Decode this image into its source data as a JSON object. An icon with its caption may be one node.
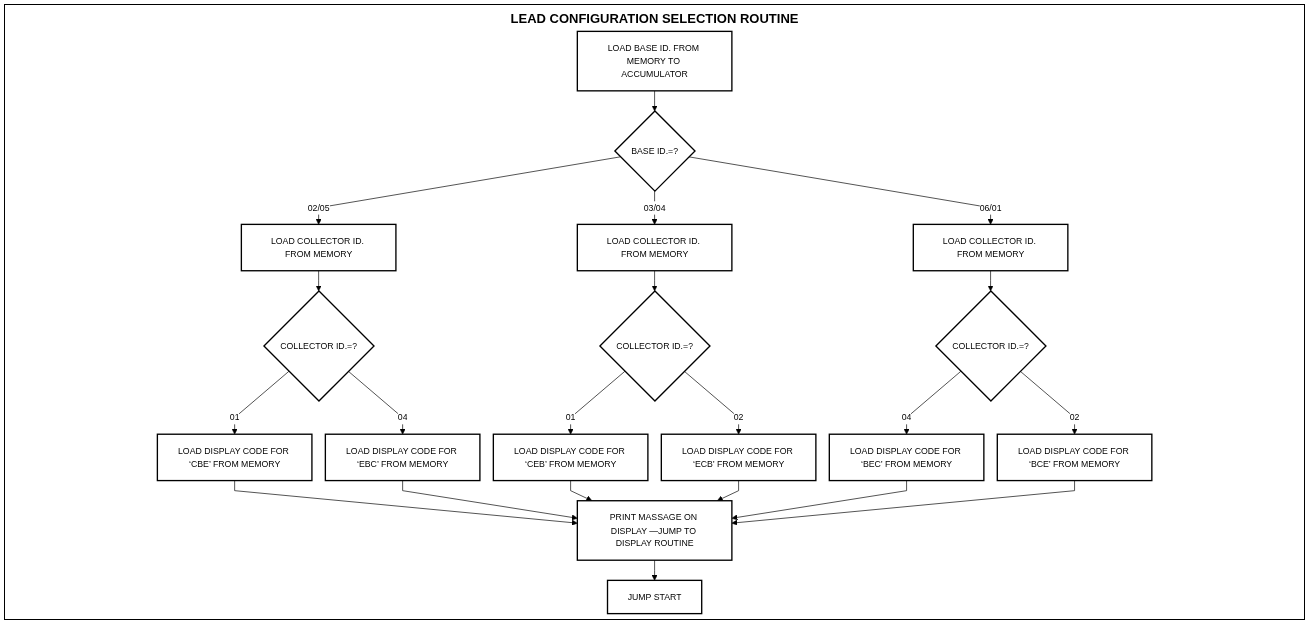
{
  "diagram": {
    "title": "LEAD CONFIGURATION SELECTION ROUTINE",
    "nodes": [
      {
        "text": [
          "LOAD BASE ID. FROM MEMORY TO ACCUMULATOR"
        ]
      },
      {
        "text": [
          "BASE ID.=?"
        ]
      },
      {
        "text": [
          "LOAD COLLECTOR ID. FROM MEMORY"
        ]
      },
      {
        "text": [
          "LOAD COLLECTOR ID. FROM MEMORY"
        ]
      },
      {
        "text": [
          "LOAD COLLECTOR ID. FROM MEMORY"
        ]
      },
      {
        "text": [
          "COLLECTOR ID.=?"
        ]
      },
      {
        "text": [
          "COLLECTOR ID.=?"
        ]
      },
      {
        "text": [
          "COLLECTOR ID.=?"
        ]
      },
      {
        "text": [
          "LOAD DISPLAY CODE FOR ‘CBE’ FROM MEMORY"
        ]
      },
      {
        "text": [
          "LOAD DISPLAY CODE FOR ‘EBC’ FROM MEMORY"
        ]
      },
      {
        "text": [
          "LOAD DISPLAY CODE FOR ‘CEB’ FROM MEMORY"
        ]
      },
      {
        "text": [
          "LOAD DISPLAY CODE FOR ‘ECB’ FROM MEMORY"
        ]
      },
      {
        "text": [
          "LOAD DISPLAY CODE FOR ‘BEC’ FROM MEMORY"
        ]
      },
      {
        "text": [
          "LOAD DISPLAY CODE FOR ‘BCE’ FROM MEMORY"
        ]
      },
      {
        "text": [
          "PRINT MASSAGE ON DISPLAY —JUMP TO DISPLAY ROUTINE"
        ]
      },
      {
        "text": [
          "JUMP START"
        ]
      }
    ],
    "edges": [
      {
        "from": 0,
        "to": 1,
        "arrow": "to"
      },
      {
        "from": 1,
        "to": 2,
        "arrow": "to",
        "label": "02/05"
      },
      {
        "from": 1,
        "to": 3,
        "arrow": "to",
        "label": "03/04"
      },
      {
        "from": 1,
        "to": 4,
        "arrow": "to",
        "label": "06/01"
      },
      {
        "from": 2,
        "to": 5,
        "arrow": "to"
      },
      {
        "from": 3,
        "to": 6,
        "arrow": "to"
      },
      {
        "from": 4,
        "to": 7,
        "arrow": "to"
      },
      {
        "from": 5,
        "to": 8,
        "arrow": "to",
        "label": "01"
      },
      {
        "from": 5,
        "to": 9,
        "arrow": "to",
        "label": "04"
      },
      {
        "from": 6,
        "to": 10,
        "arrow": "to",
        "label": "01"
      },
      {
        "from": 6,
        "to": 11,
        "arrow": "to",
        "label": "02"
      },
      {
        "from": 7,
        "to": 12,
        "arrow": "to",
        "label": "04"
      },
      {
        "from": 7,
        "to": 13,
        "arrow": "to",
        "label": "02"
      },
      {
        "from": 8,
        "to": 14,
        "arrow": "to"
      },
      {
        "from": 9,
        "to": 14,
        "arrow": "to"
      },
      {
        "from": 10,
        "to": 14,
        "arrow": "to"
      },
      {
        "from": 11,
        "to": 14,
        "arrow": "to"
      },
      {
        "from": 12,
        "to": 14,
        "arrow": "to"
      },
      {
        "from": 13,
        "to": 14,
        "arrow": "to"
      },
      {
        "from": 14,
        "to": 15,
        "arrow": "to"
      }
    ]
  }
}
